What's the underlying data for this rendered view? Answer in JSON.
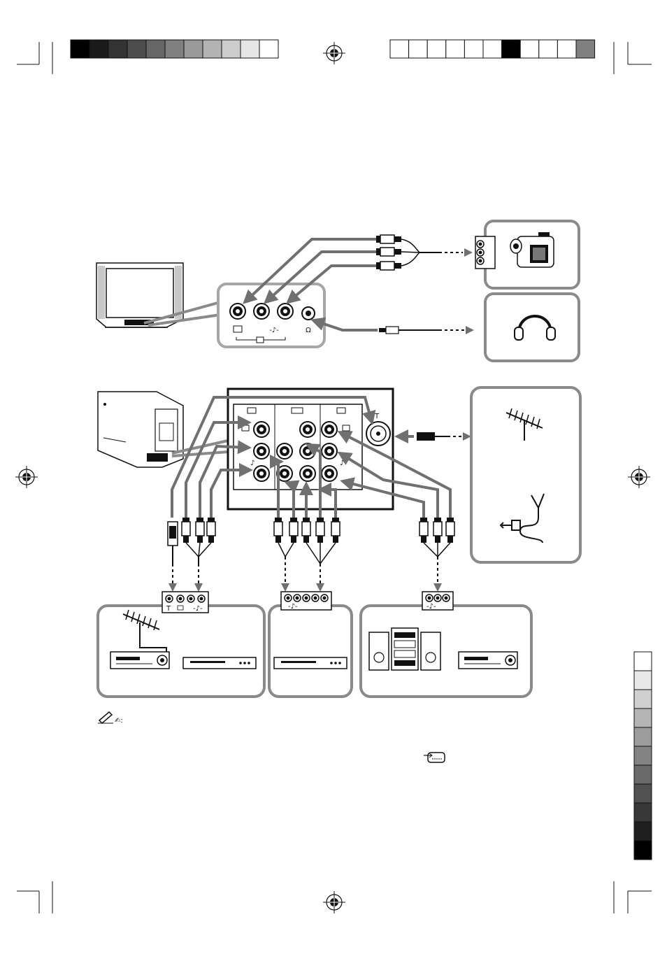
{
  "header_color_bar": [
    "#000000",
    "#1a1a1a",
    "#333333",
    "#4d4d4d",
    "#666666",
    "#808080",
    "#999999",
    "#b3b3b3",
    "#cccccc",
    "#e6e6e6",
    "#ffffff"
  ],
  "right_color_bar": [
    "#ffffff",
    "#e8e8e8",
    "#cfcfcf",
    "#b5b5b5",
    "#9c9c9c",
    "#838383",
    "#6a6a6a",
    "#515151",
    "#383838",
    "#1f1f1f",
    "#000000"
  ],
  "top_tick_bar_dark_index": 6,
  "side_panel": {
    "s_video_symbol": "-♪-",
    "headphone_symbol": "Ω"
  },
  "rear_panel": {
    "antenna_symbol": "T",
    "music_symbol": "♪"
  },
  "device_panels": {
    "vcr": {
      "antenna_symbol": "T",
      "audio_symbol": "-♪-"
    },
    "dvd": {
      "audio_symbol": "-♪-"
    },
    "audio": {
      "audio_symbol": "-♪-"
    }
  },
  "note": {
    "symbol": "✍:"
  },
  "icons": [
    "registration-mark-icon",
    "crop-mark-icon",
    "camcorder-icon",
    "headphones-icon",
    "antenna-icon",
    "cable-icon",
    "vcr-icon",
    "dvd-player-icon",
    "stereo-system-icon",
    "note-pencil-icon"
  ]
}
